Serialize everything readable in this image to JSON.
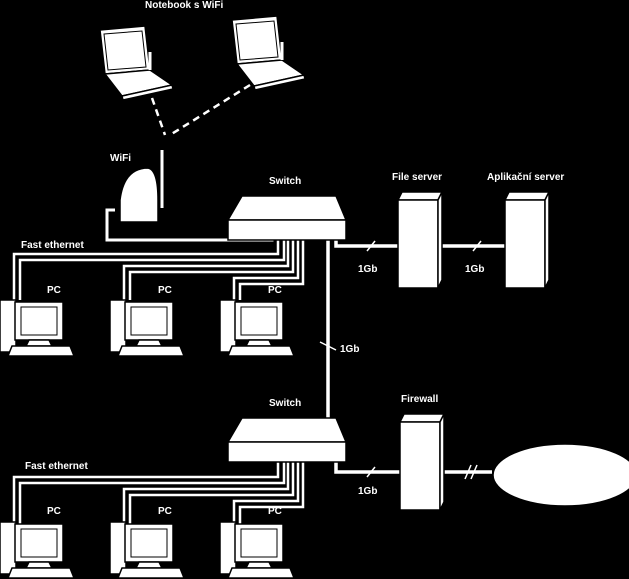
{
  "labels": {
    "notebook": "Notebook s WiFi",
    "wifi": "WiFi",
    "switch_top": "Switch",
    "switch_bottom": "Switch",
    "file_server": "File server",
    "app_server": "Aplikační server",
    "firewall": "Firewall",
    "fast_ethernet_top": "Fast ethernet",
    "fast_ethernet_bottom": "Fast ethernet",
    "link_file": "1Gb",
    "link_app": "1Gb",
    "link_vertical": "1Gb",
    "link_firewall": "1Gb",
    "pc": [
      "PC",
      "PC",
      "PC",
      "PC",
      "PC",
      "PC"
    ]
  }
}
